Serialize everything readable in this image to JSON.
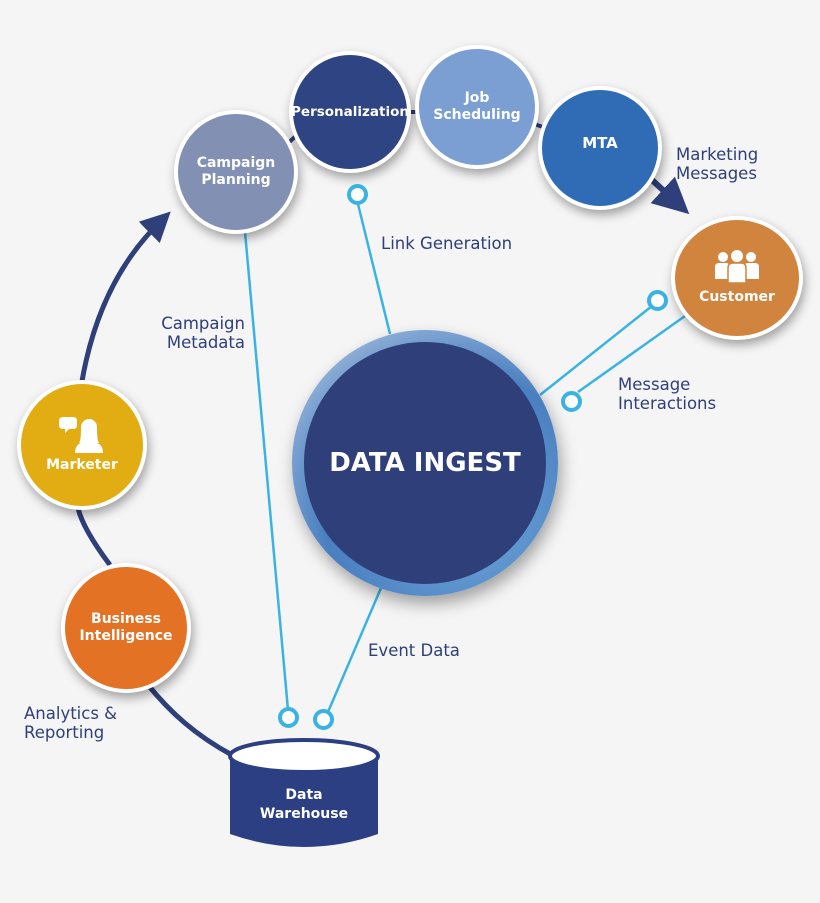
{
  "nodes": {
    "campaign_planning": [
      "Campaign",
      "Planning"
    ],
    "personalization": "Personalization",
    "job_scheduling": [
      "Job",
      "Scheduling"
    ],
    "mta": "MTA",
    "customer": "Customer",
    "marketer": "Marketer",
    "business_intelligence": [
      "Business",
      "Intelligence"
    ],
    "data_ingest": "DATA INGEST",
    "data_warehouse": [
      "Data",
      "Warehouse"
    ]
  },
  "labels": {
    "marketing_messages": [
      "Marketing",
      "Messages"
    ],
    "link_generation": "Link Generation",
    "campaign_metadata": [
      "Campaign",
      "Metadata"
    ],
    "message_interactions": [
      "Message",
      "Interactions"
    ],
    "event_data": "Event Data",
    "analytics_reporting": [
      "Analytics &",
      "Reporting"
    ]
  },
  "icons": {
    "customer": "people-group-icon",
    "marketer": "person-speech-icon"
  },
  "colors": {
    "campaign_planning": "#8190b3",
    "personalization": "#2e4483",
    "job_scheduling": "#7b9fd3",
    "mta": "#2f6cb5",
    "customer": "#d1843d",
    "marketer": "#e1ad12",
    "business_intelligence": "#e37225",
    "data_ingest": "#2e3f7a",
    "data_warehouse": "#2b3f82",
    "arrow": "#2e3f79",
    "connector": "#3ab3e2",
    "label_text": "#2e3f79"
  }
}
